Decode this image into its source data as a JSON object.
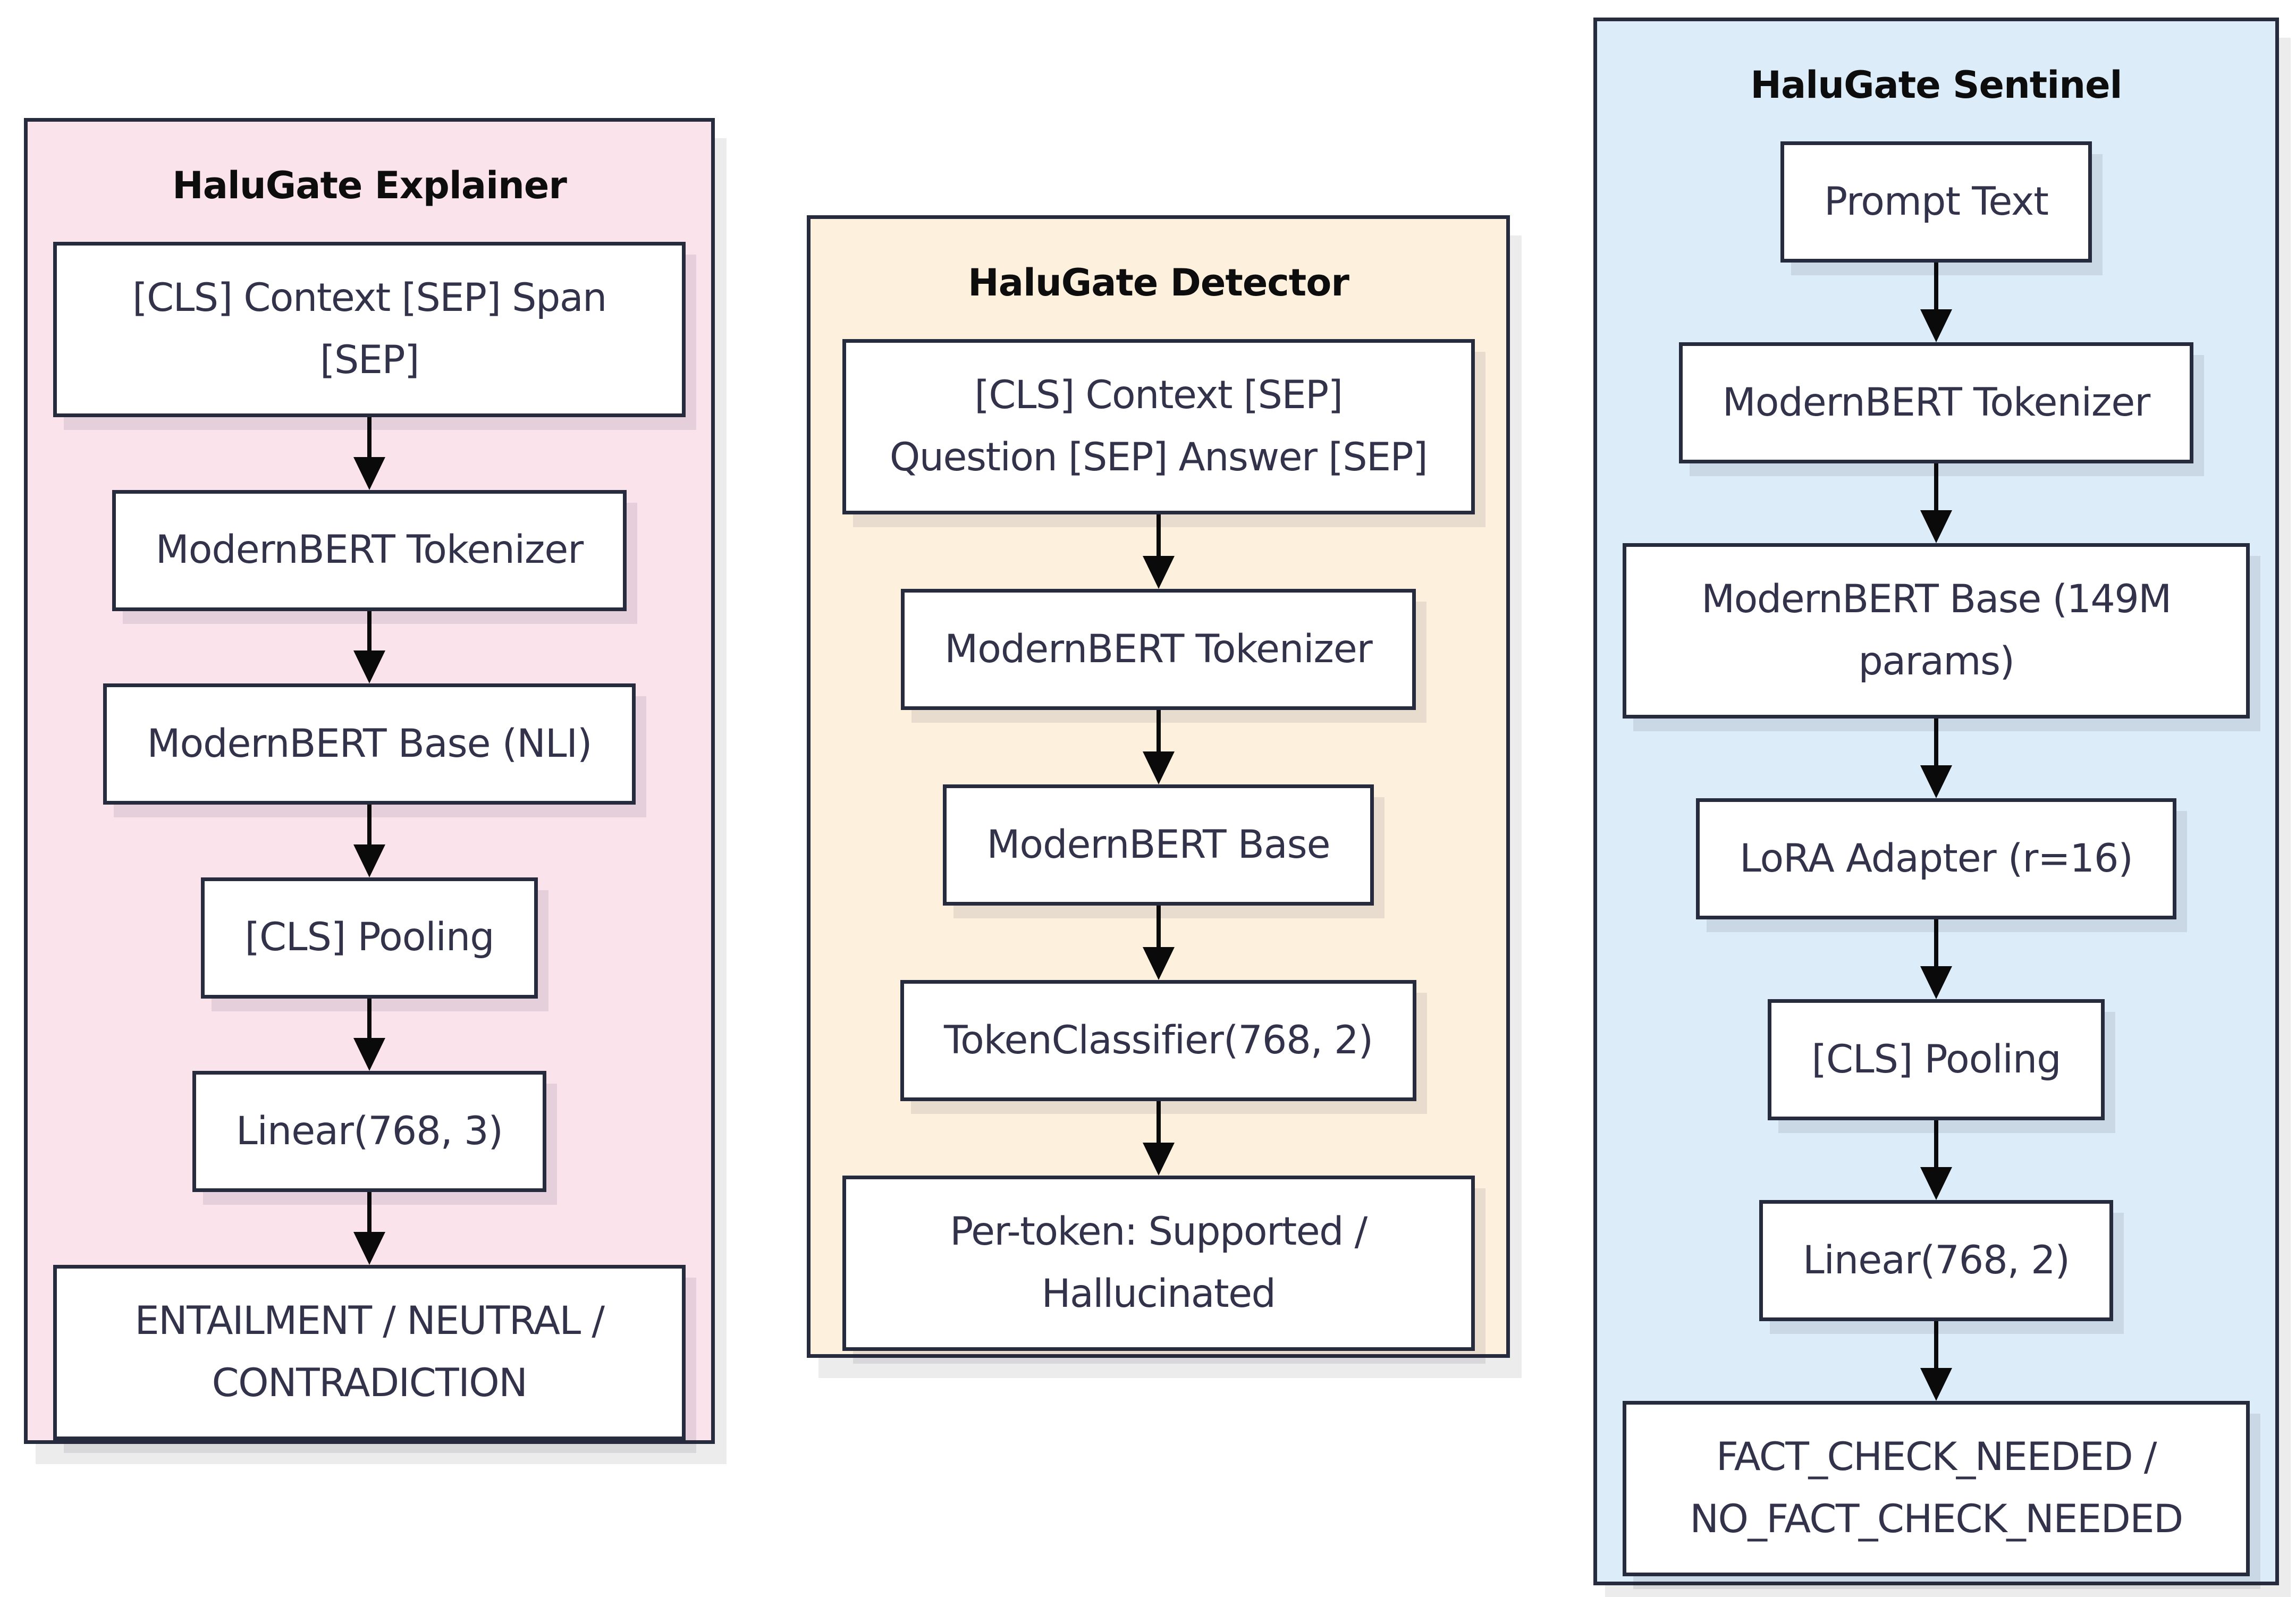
{
  "colors": {
    "canvas-bg": "#ffffff",
    "line": "#272b3e",
    "title": "#0d0d0d",
    "text": "#32324b",
    "arrow": "#0a0a0a",
    "panel-shadow": "#ececec",
    "box-bg": "#ffffff",
    "explainer-bg": "#fbe3ec",
    "detector-bg": "#fdf1de",
    "sentinel-bg": "#ddecf9"
  },
  "panels": [
    {
      "id": "explainer",
      "title": "HaluGate Explainer",
      "bg": "#fbe3ec",
      "boxes": [
        "[CLS] Context [SEP] Span\n[SEP]",
        "ModernBERT Tokenizer",
        "ModernBERT Base (NLI)",
        "[CLS] Pooling",
        "Linear(768, 3)",
        "ENTAILMENT / NEUTRAL /\nCONTRADICTION"
      ]
    },
    {
      "id": "detector",
      "title": "HaluGate Detector",
      "bg": "#fdf1de",
      "boxes": [
        "[CLS] Context [SEP]\nQuestion [SEP] Answer [SEP]",
        "ModernBERT Tokenizer",
        "ModernBERT Base",
        "TokenClassifier(768, 2)",
        "Per-token: Supported /\nHallucinated"
      ]
    },
    {
      "id": "sentinel",
      "title": "HaluGate Sentinel",
      "bg": "#ddecf9",
      "boxes": [
        "Prompt Text",
        "ModernBERT Tokenizer",
        "ModernBERT Base (149M\nparams)",
        "LoRA Adapter (r=16)",
        "[CLS] Pooling",
        "Linear(768, 2)",
        "FACT_CHECK_NEEDED /\nNO_FACT_CHECK_NEEDED"
      ]
    }
  ]
}
